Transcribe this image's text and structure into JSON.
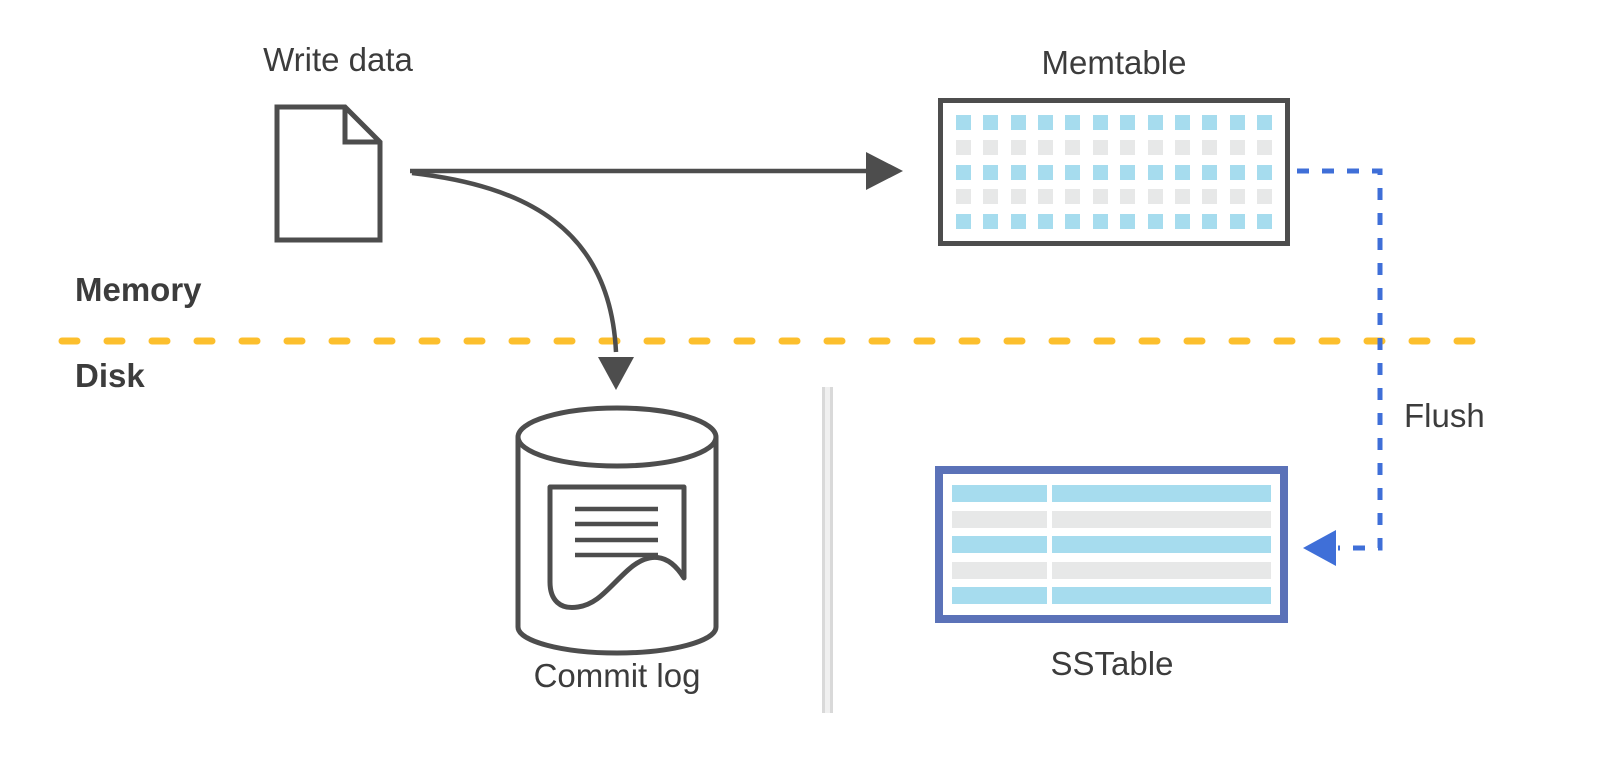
{
  "labels": {
    "write_data": "Write data",
    "memtable": "Memtable",
    "memory": "Memory",
    "disk": "Disk",
    "flush": "Flush",
    "commit_log": "Commit log",
    "sstable": "SSTable"
  },
  "colors": {
    "text": "#3c3c3c",
    "stroke-dark": "#4d4d4d",
    "cell-blue": "#a6dcee",
    "cell-gray": "#e7e8e8",
    "sstable-border": "#5b72b8",
    "flush-blue": "#3f6fd8",
    "boundary-yellow": "#fcbf2d",
    "divider-gray": "#d9d9d9"
  },
  "memtable_grid": {
    "columns": 12,
    "row_pattern": [
      "blue",
      "gray",
      "blue",
      "gray",
      "blue"
    ]
  },
  "sstable_rows": {
    "row_pattern": [
      "blue",
      "gray",
      "blue",
      "gray",
      "blue"
    ],
    "cells_per_row": 2
  }
}
